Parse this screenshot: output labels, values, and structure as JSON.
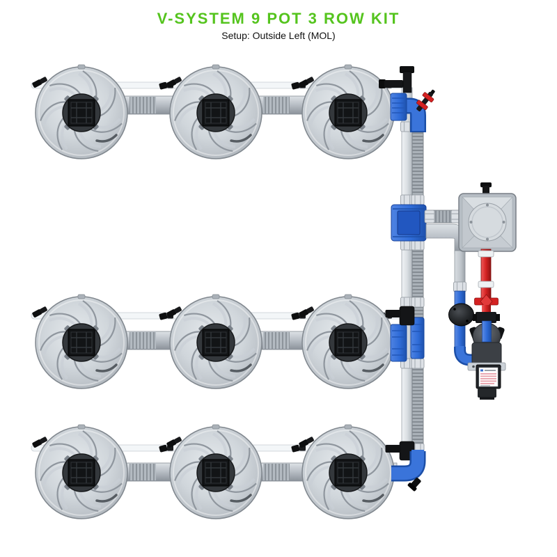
{
  "header": {
    "title": "V-SYSTEM 9 POT 3 ROW KIT",
    "subtitle": "Setup: Outside Left (MOL)"
  },
  "system": {
    "pot_count": 9,
    "row_count": 3,
    "pots_per_row": 3
  },
  "colors": {
    "accent_green": "#55c41e",
    "pipe_blue": "#2f6cd8",
    "pipe_red": "#d42222",
    "pot_gray": "#c9cfd5",
    "hose_gray": "#aab1b8",
    "fitting_black": "#141517",
    "reservoir_gray": "#cdd3d8"
  }
}
